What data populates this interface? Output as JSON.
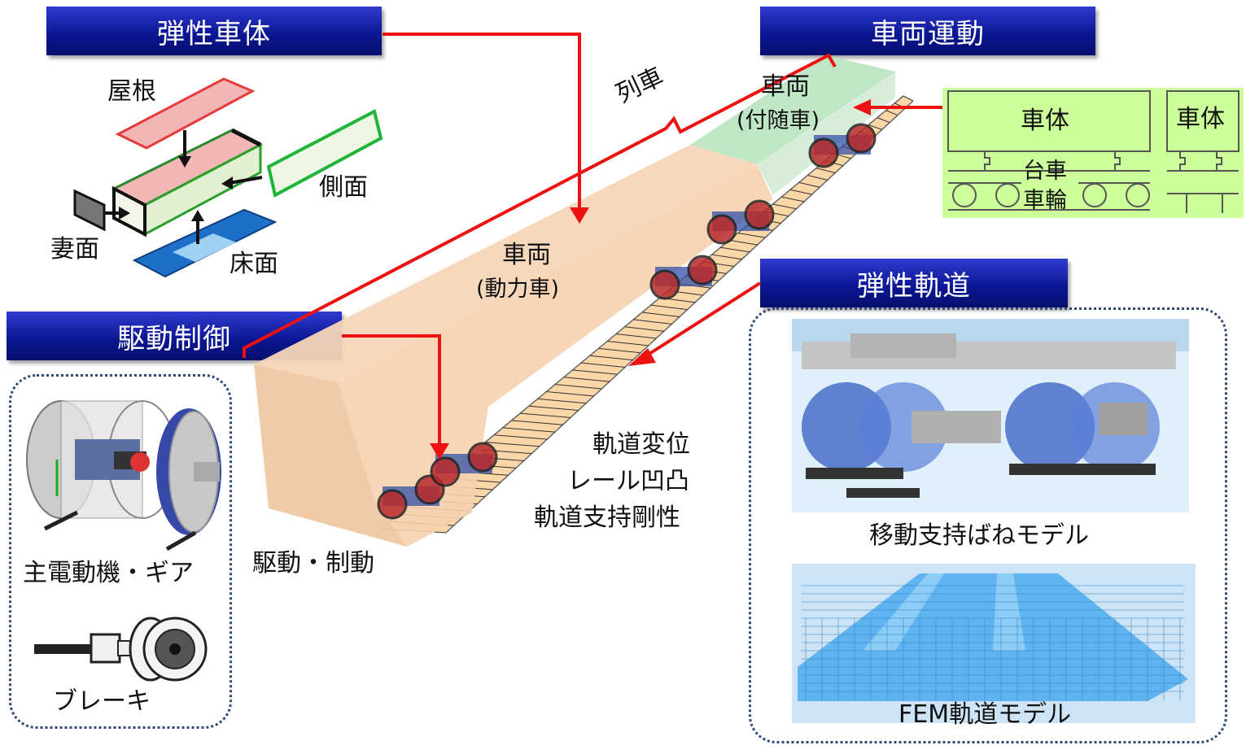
{
  "headers": {
    "elastic_body": "弾性車体",
    "vehicle_motion": "車両運動",
    "drive_control": "駆動制御",
    "elastic_track": "弾性軌道"
  },
  "body_parts": {
    "roof": "屋根",
    "side": "側面",
    "end": "妻面",
    "floor": "床面"
  },
  "train": {
    "train_label": "列車",
    "trailer_car": "車両",
    "trailer_car_sub": "(付随車)",
    "power_car": "車両",
    "power_car_sub": "(動力車)",
    "drive_brake": "駆動・制動"
  },
  "track_factors": {
    "line1": "軌道変位",
    "line2": "レール凹凸",
    "line3": "軌道支持剛性"
  },
  "vehicle_model": {
    "body_left": "車体",
    "body_right": "車体",
    "bogie": "台車",
    "wheel": "車輪"
  },
  "drive_panel": {
    "motor_gear": "主電動機・ギア",
    "brake": "ブレーキ"
  },
  "track_panel": {
    "moving_spring_model": "移動支持ばねモデル",
    "fem_track_model": "FEM軌道モデル"
  },
  "colors": {
    "header_blue": "#0a1590",
    "arrow_red": "#ee1111",
    "power_car_tan": "#f6d2b0",
    "trailer_car_green": "#b8e4c0",
    "model_green": "#ccff99",
    "track_orange": "#f3b870",
    "fem_blue": "#5fb4f0"
  }
}
